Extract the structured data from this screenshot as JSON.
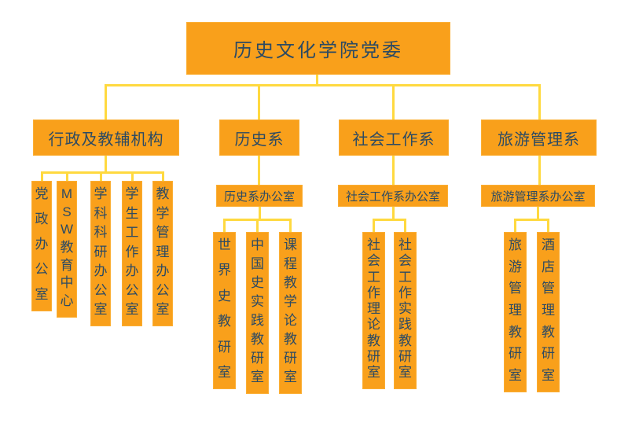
{
  "title": "历史文化学院党委",
  "colors": {
    "node_fill": "#F9A01B",
    "node_border": "#FBAE33",
    "connector_line": "#FFD93F",
    "node_text": "#2C4A63",
    "background": "#FFFFFF"
  },
  "branches": [
    {
      "label": "行政及教辅机构",
      "office": null,
      "children": [
        "党政办公室",
        "MSW教育中心",
        "学科科研办公室",
        "学生工作办公室",
        "教学管理办公室"
      ]
    },
    {
      "label": "历史系",
      "office": "历史系办公室",
      "children": [
        "世界史教研室",
        "中国史实践教研室",
        "课程教学论教研室"
      ]
    },
    {
      "label": "社会工作系",
      "office": "社会工作系办公室",
      "children": [
        "社会工作理论教研室",
        "社会工作实践教研室"
      ]
    },
    {
      "label": "旅游管理系",
      "office": "旅游管理系办公室",
      "children": [
        "旅游管理教研室",
        "酒店管理教研室"
      ]
    }
  ]
}
